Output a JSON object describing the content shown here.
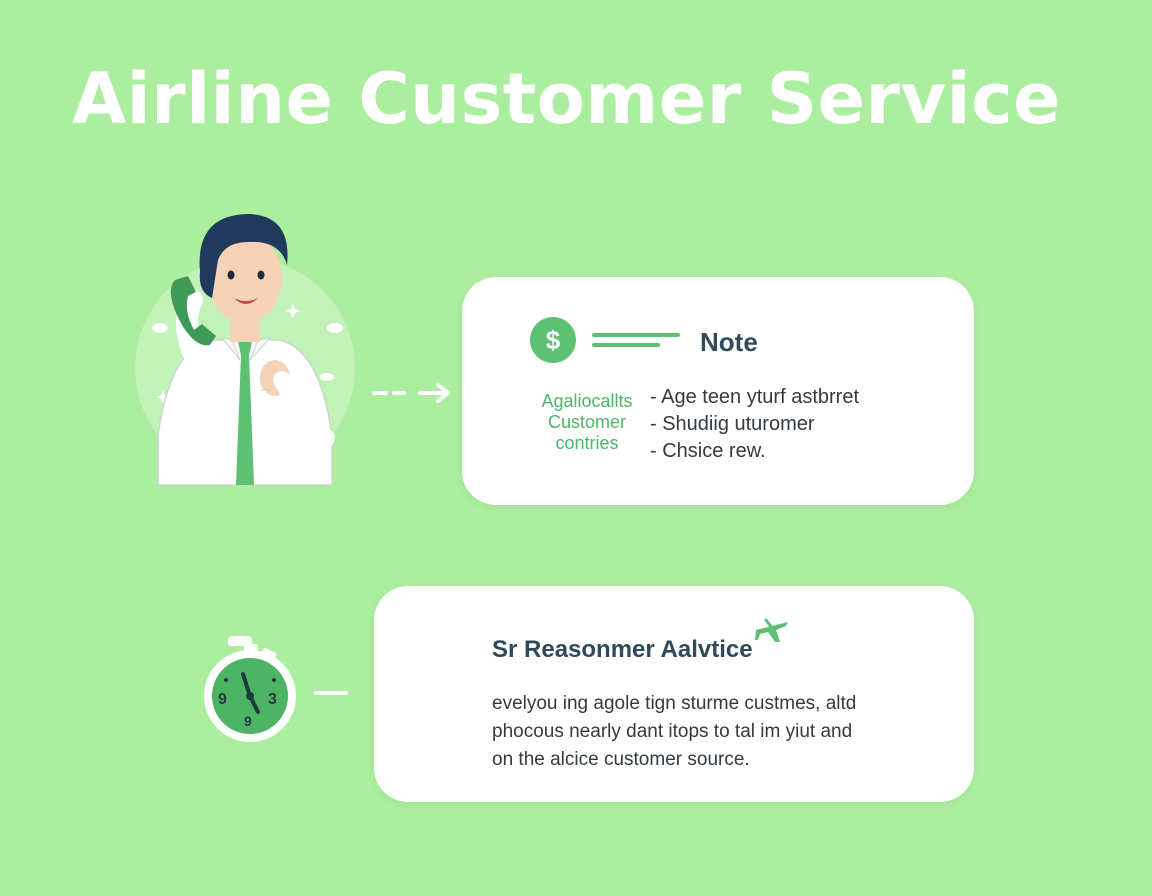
{
  "page": {
    "title": "Airline Customer Service"
  },
  "note_card": {
    "title": "Note",
    "icon": "dollar-icon",
    "icon_glyph": "$",
    "category_label": [
      "Agaliocallts",
      "Customer",
      "contries"
    ],
    "bullets": [
      "- Age teen yturf astbrret",
      "- Shudiig uturomer",
      "- Chsice rew."
    ]
  },
  "advice_card": {
    "title": "Sr Reasonmer Aalvtice",
    "icon": "airplane-icon",
    "body_lines": [
      "evelyou ing agole tign sturme custmes, altd",
      "phocous nearly dant itops to tal im yiut and",
      "on the alcice customer source."
    ]
  },
  "illustrations": {
    "agent": "agent-on-phone-illustration",
    "clock": "stopwatch-icon"
  },
  "colors": {
    "background": "#acee9f",
    "accent_green": "#5cc172",
    "heading_dark": "#2f4a58",
    "card": "#ffffff"
  }
}
